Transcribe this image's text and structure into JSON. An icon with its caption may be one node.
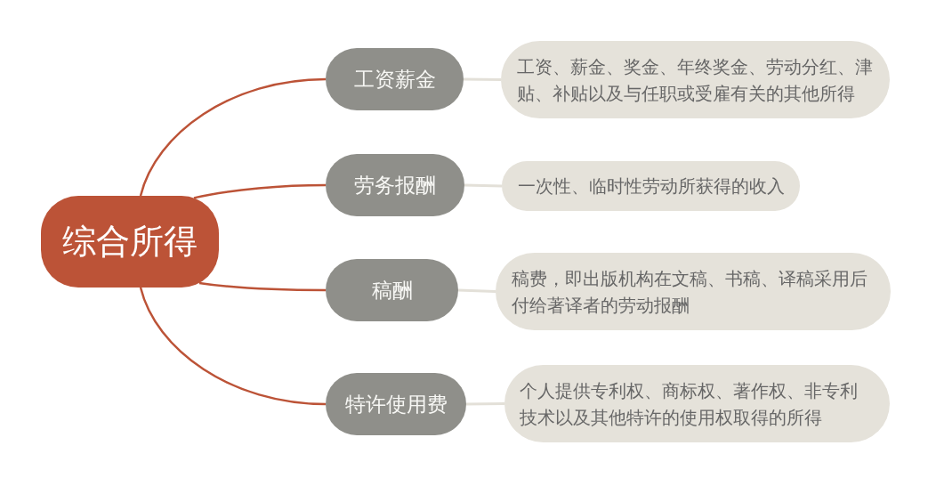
{
  "diagram": {
    "nodes": [
      {
        "text": [
          "综合所得"
        ]
      },
      {
        "text": [
          "工资薪金"
        ]
      },
      {
        "text": [
          "劳务报酬"
        ]
      },
      {
        "text": [
          "稿酬"
        ]
      },
      {
        "text": [
          "特许使用费"
        ]
      },
      {
        "text": [
          "工资、薪金、奖金、年终奖金、劳动分红、津贴、补贴以及与任职或受雇有关的其他所得"
        ]
      },
      {
        "text": [
          "一次性、临时性劳动所获得的收入"
        ]
      },
      {
        "text": [
          "稿费，即出版机构在文稿、书稿、译稿采用后付给著译者的劳动报酬"
        ]
      },
      {
        "text": [
          "个人提供专利权、商标权、著作权、非专利技术以及其他特许的使用权取得的所得"
        ]
      }
    ],
    "edges": [
      {
        "from": 0,
        "to": 1,
        "arrow": "none"
      },
      {
        "from": 0,
        "to": 2,
        "arrow": "none"
      },
      {
        "from": 0,
        "to": 3,
        "arrow": "none"
      },
      {
        "from": 0,
        "to": 4,
        "arrow": "none"
      },
      {
        "from": 1,
        "to": 5,
        "arrow": "none",
        "color": "#e3e0d8"
      },
      {
        "from": 2,
        "to": 6,
        "arrow": "none",
        "color": "#e3e0d8"
      },
      {
        "from": 3,
        "to": 7,
        "arrow": "none",
        "color": "#e3e0d8"
      },
      {
        "from": 4,
        "to": 8,
        "arrow": "none",
        "color": "#e3e0d8"
      }
    ]
  }
}
